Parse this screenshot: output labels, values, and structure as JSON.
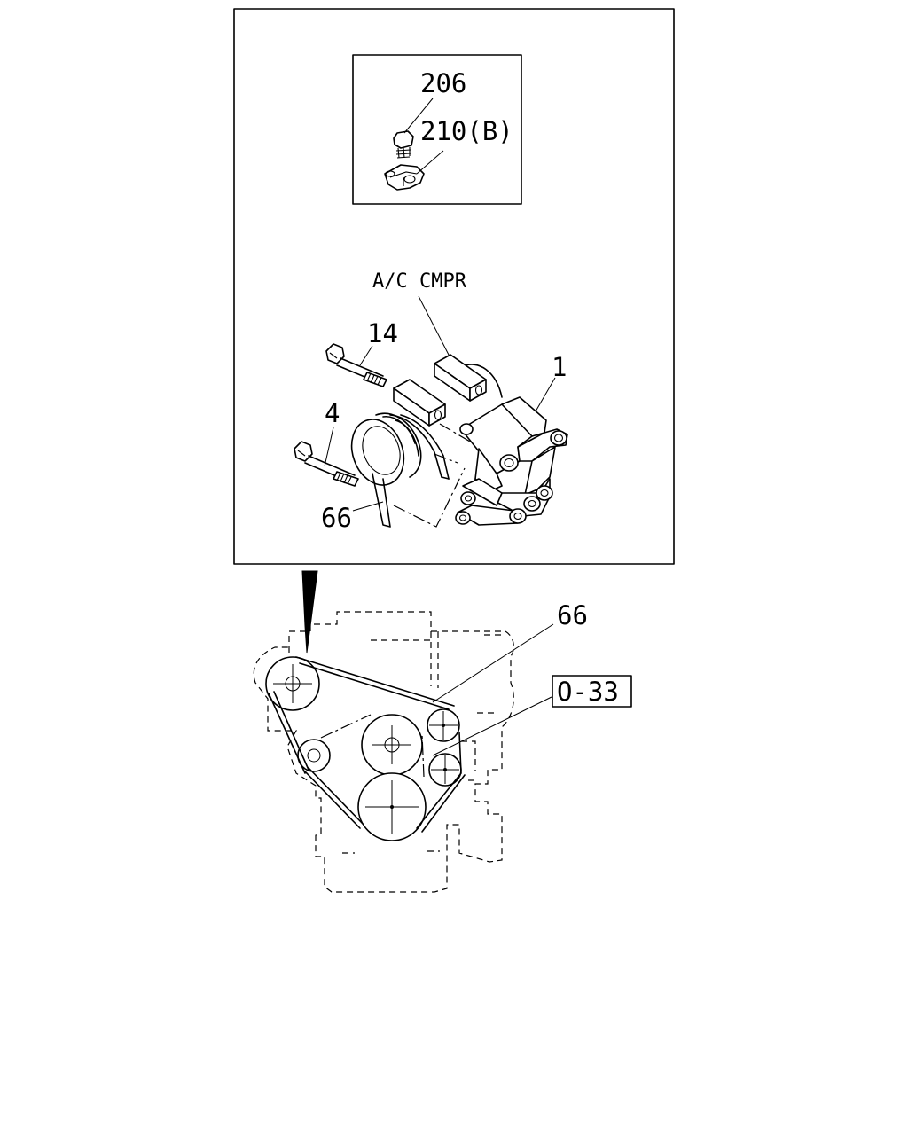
{
  "labels": {
    "part_206": "206",
    "part_210b": "210(B)",
    "ac_cmpr": "A/C CMPR",
    "part_14": "14",
    "part_1": "1",
    "part_4": "4",
    "part_66_upper": "66",
    "part_66_lower": "66",
    "ref_o33": "O-33"
  }
}
